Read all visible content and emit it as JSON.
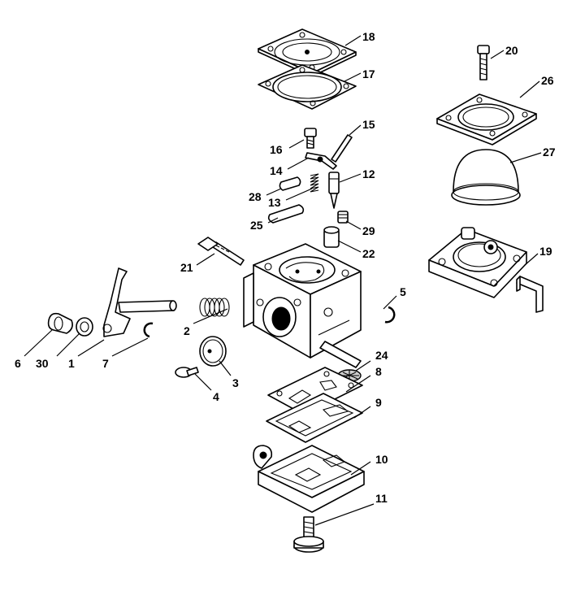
{
  "diagram": {
    "background": "#ffffff",
    "ink": "#000000",
    "labels": [
      {
        "id": "18",
        "text": "18"
      },
      {
        "id": "17",
        "text": "17"
      },
      {
        "id": "15",
        "text": "15"
      },
      {
        "id": "16",
        "text": "16"
      },
      {
        "id": "14",
        "text": "14"
      },
      {
        "id": "12",
        "text": "12"
      },
      {
        "id": "28",
        "text": "28"
      },
      {
        "id": "13",
        "text": "13"
      },
      {
        "id": "25",
        "text": "25"
      },
      {
        "id": "29",
        "text": "29"
      },
      {
        "id": "22",
        "text": "22"
      },
      {
        "id": "21",
        "text": "21"
      },
      {
        "id": "20",
        "text": "20"
      },
      {
        "id": "26",
        "text": "26"
      },
      {
        "id": "27",
        "text": "27"
      },
      {
        "id": "19",
        "text": "19"
      },
      {
        "id": "5",
        "text": "5"
      },
      {
        "id": "2",
        "text": "2"
      },
      {
        "id": "6",
        "text": "6"
      },
      {
        "id": "30",
        "text": "30"
      },
      {
        "id": "1",
        "text": "1"
      },
      {
        "id": "7",
        "text": "7"
      },
      {
        "id": "3",
        "text": "3"
      },
      {
        "id": "4",
        "text": "4"
      },
      {
        "id": "24",
        "text": "24"
      },
      {
        "id": "8",
        "text": "8"
      },
      {
        "id": "9",
        "text": "9"
      },
      {
        "id": "10",
        "text": "10"
      },
      {
        "id": "11",
        "text": "11"
      }
    ]
  }
}
